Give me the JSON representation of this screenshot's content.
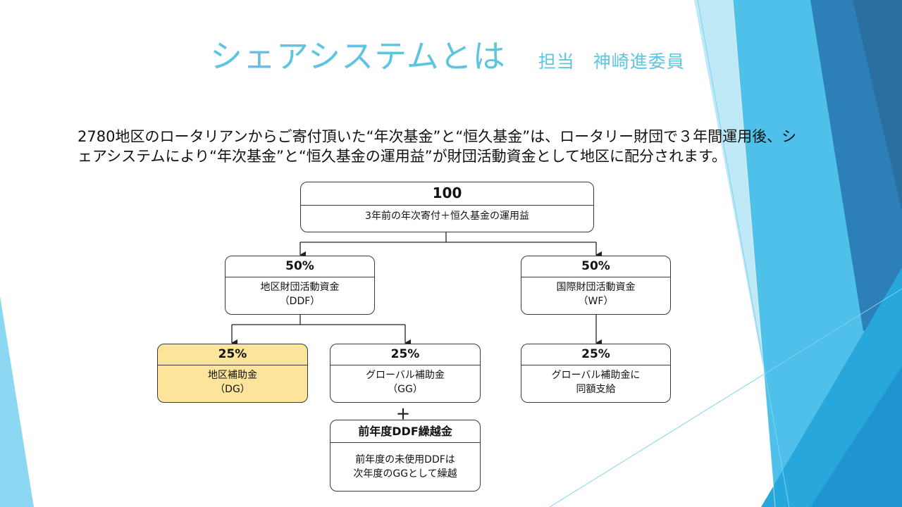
{
  "slide": {
    "title": "シェアシステムとは",
    "presenter": "担当　神崎進委員",
    "intro_text": "2780地区のロータリアンからご寄付頂いた“年次基金”と“恒久基金”は、ロータリー財団で３年間運用後、シェアシステムにより“年次基金”と“恒久基金の運用益”が財団活動資金として地区に配分されます。"
  },
  "diagram": {
    "root": {
      "value": "100",
      "label": "3年前の年次寄付＋恒久基金の運用益"
    },
    "ddf": {
      "value": "50%",
      "label": "地区財団活動資金",
      "sub": "（DDF）"
    },
    "wf": {
      "value": "50%",
      "label": "国際財団活動資金",
      "sub": "（WF）"
    },
    "dg": {
      "value": "25%",
      "label": "地区補助金",
      "sub": "（DG）"
    },
    "gg": {
      "value": "25%",
      "label": "グローバル補助金",
      "sub": "（GG）"
    },
    "wf_gg": {
      "value": "25%",
      "label": "グローバル補助金に",
      "sub": "同額支給"
    },
    "plus": "＋",
    "carry": {
      "title": "前年度DDF繰越金",
      "line1": "前年度の未使用DDFは",
      "line2": "次年度のGGとして繰越"
    }
  },
  "colors": {
    "title": "#5fc4df",
    "highlight_box": "#fde49b",
    "box_border": "#3a3a3a",
    "deco_light": "#7fd3ef",
    "deco_mid": "#3aaee0",
    "deco_dark": "#2a6fa0"
  }
}
